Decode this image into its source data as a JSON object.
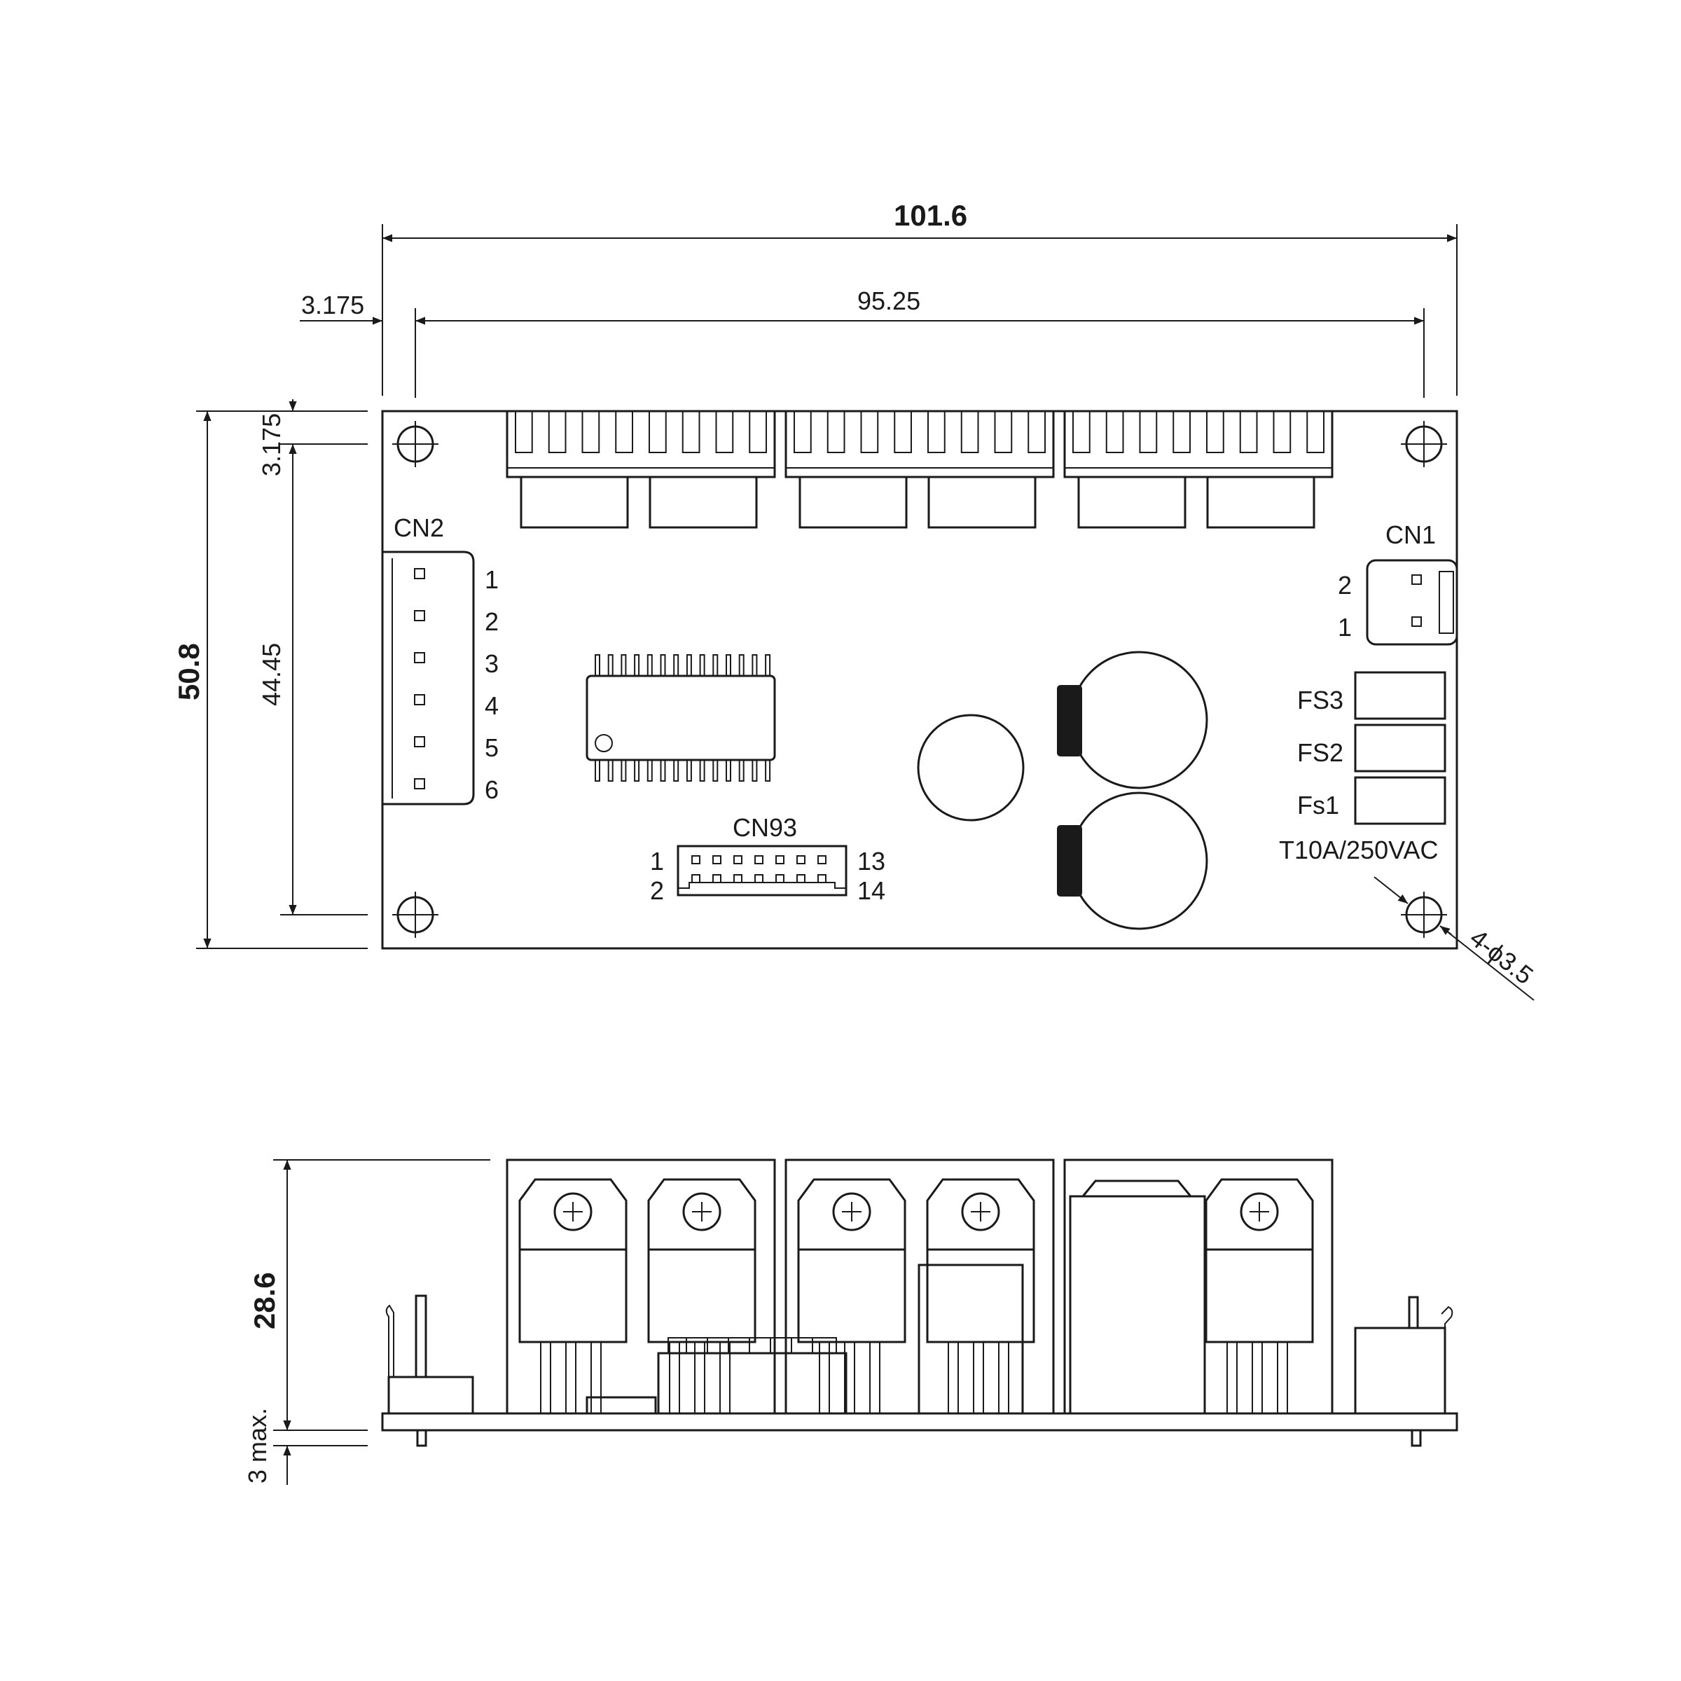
{
  "dimensions": {
    "overall_width": "101.6",
    "hole_pitch_x": "95.25",
    "edge_offset_x": "3.175",
    "overall_height": "50.8",
    "hole_pitch_y": "44.45",
    "edge_offset_y": "3.175",
    "side_height": "28.6",
    "pin_protrusion": "3 max.",
    "mount_holes": "4-ϕ3.5"
  },
  "connectors": {
    "cn2": {
      "label": "CN2",
      "pins": [
        "1",
        "2",
        "3",
        "4",
        "5",
        "6"
      ]
    },
    "cn1": {
      "label": "CN1",
      "pins": [
        "2",
        "1"
      ]
    },
    "cn93": {
      "label": "CN93",
      "pin_left_top": "1",
      "pin_left_bottom": "2",
      "pin_right_top": "13",
      "pin_right_bottom": "14"
    }
  },
  "fuses": {
    "fs3": "FS3",
    "fs2": "FS2",
    "fs1": "Fs1",
    "rating": "T10A/250VAC"
  }
}
